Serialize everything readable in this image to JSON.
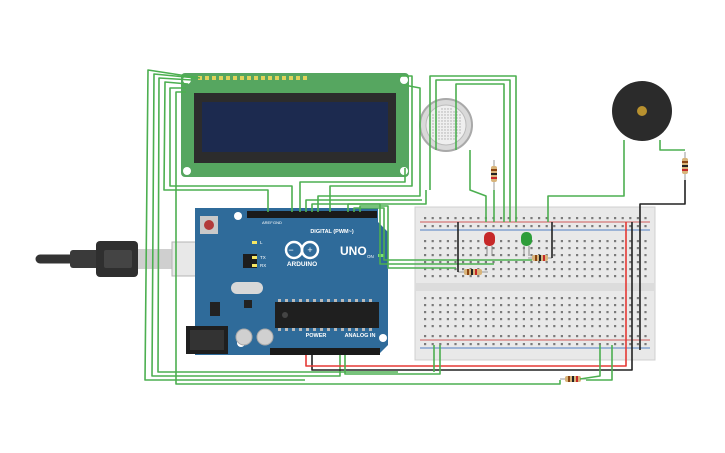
{
  "colors": {
    "wire_green": "#4caf50",
    "wire_red": "#e53935",
    "wire_black": "#222222",
    "arduino_blue": "#2f6b9a",
    "arduino_dark": "#1f4f75",
    "lcd_green": "#56a660",
    "lcd_screen": "#1c2a4f",
    "breadboard": "#e9e9e9",
    "buzzer": "#2b2b2b",
    "led_red": "#c62828",
    "led_green": "#2e9d3a"
  },
  "arduino": {
    "brand": "ARDUINO",
    "model": "UNO",
    "digital_label": "DIGITAL (PWM~)",
    "power_label": "POWER",
    "analog_label": "ANALOG IN",
    "tx_label": "TX",
    "rx_label": "RX",
    "l_label": "L",
    "on_label": "ON",
    "aref_label": "AREF",
    "gnd_label": "GND"
  },
  "components": {
    "lcd": "lcd-16x2",
    "gas_sensor": "gas-sensor",
    "buzzer": "piezo-buzzer",
    "usb": "usb-cable"
  }
}
